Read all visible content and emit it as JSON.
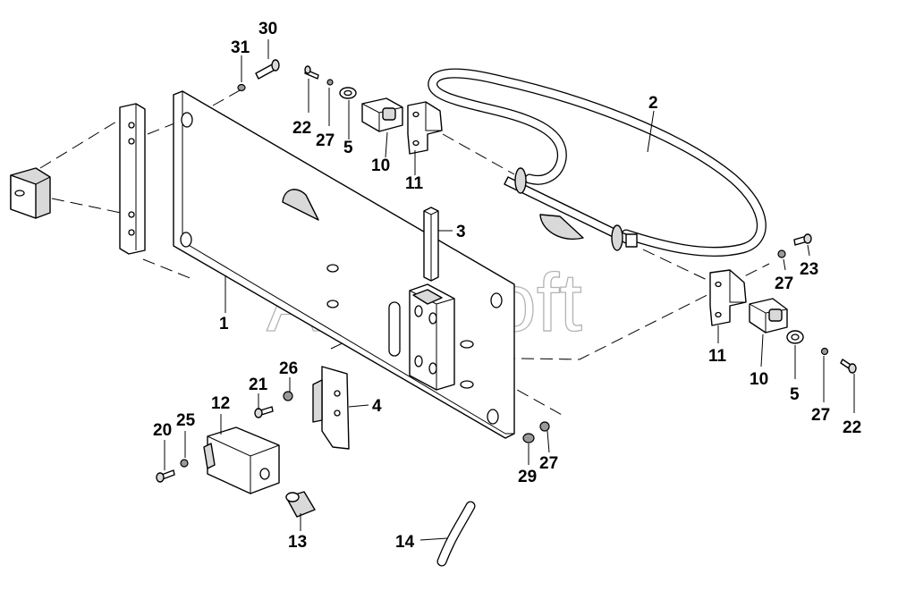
{
  "watermark": "AutoSoft",
  "callouts": [
    {
      "id": "c1",
      "text": "1"
    },
    {
      "id": "c2",
      "text": "2"
    },
    {
      "id": "c3",
      "text": "3"
    },
    {
      "id": "c4",
      "text": "4"
    },
    {
      "id": "c5a",
      "text": "5"
    },
    {
      "id": "c5b",
      "text": "5"
    },
    {
      "id": "c10a",
      "text": "10"
    },
    {
      "id": "c10b",
      "text": "10"
    },
    {
      "id": "c11a",
      "text": "11"
    },
    {
      "id": "c11b",
      "text": "11"
    },
    {
      "id": "c12",
      "text": "12"
    },
    {
      "id": "c13",
      "text": "13"
    },
    {
      "id": "c14",
      "text": "14"
    },
    {
      "id": "c20",
      "text": "20"
    },
    {
      "id": "c21",
      "text": "21"
    },
    {
      "id": "c22a",
      "text": "22"
    },
    {
      "id": "c22b",
      "text": "22"
    },
    {
      "id": "c23",
      "text": "23"
    },
    {
      "id": "c25",
      "text": "25"
    },
    {
      "id": "c26",
      "text": "26"
    },
    {
      "id": "c27a",
      "text": "27"
    },
    {
      "id": "c27b",
      "text": "27"
    },
    {
      "id": "c27c",
      "text": "27"
    },
    {
      "id": "c27d",
      "text": "27"
    },
    {
      "id": "c29",
      "text": "29"
    },
    {
      "id": "c30",
      "text": "30"
    },
    {
      "id": "c31",
      "text": "31"
    }
  ]
}
